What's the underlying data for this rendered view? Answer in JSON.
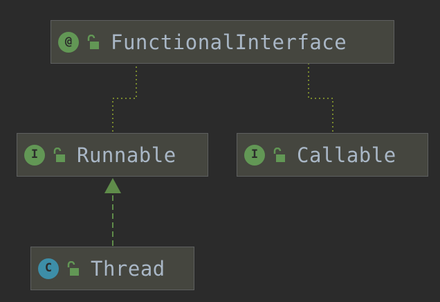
{
  "diagram": {
    "nodes": [
      {
        "id": "FunctionalInterface",
        "label": "FunctionalInterface",
        "kind": "annotation",
        "kind_glyph": "@",
        "kind_color": "#629755",
        "visibility_icon": "unlocked-icon"
      },
      {
        "id": "Runnable",
        "label": "Runnable",
        "kind": "interface",
        "kind_glyph": "I",
        "kind_color": "#629755",
        "visibility_icon": "unlocked-icon"
      },
      {
        "id": "Callable",
        "label": "Callable",
        "kind": "interface",
        "kind_glyph": "I",
        "kind_color": "#629755",
        "visibility_icon": "unlocked-icon"
      },
      {
        "id": "Thread",
        "label": "Thread",
        "kind": "class",
        "kind_glyph": "C",
        "kind_color": "#3d8ea8",
        "visibility_icon": "unlocked-icon"
      }
    ],
    "edges": [
      {
        "from": "Runnable",
        "to": "FunctionalInterface",
        "style": "dotted",
        "color": "#7a8a2e"
      },
      {
        "from": "Callable",
        "to": "FunctionalInterface",
        "style": "dotted",
        "color": "#7a8a2e"
      },
      {
        "from": "Thread",
        "to": "Runnable",
        "style": "dashed-arrow",
        "color": "#5f8c4a"
      }
    ],
    "colors": {
      "background": "#2b2b2b",
      "node_fill": "#45463f",
      "node_border": "#5e6060",
      "label_text": "#a9b7c6",
      "lock_green": "#629755"
    }
  }
}
